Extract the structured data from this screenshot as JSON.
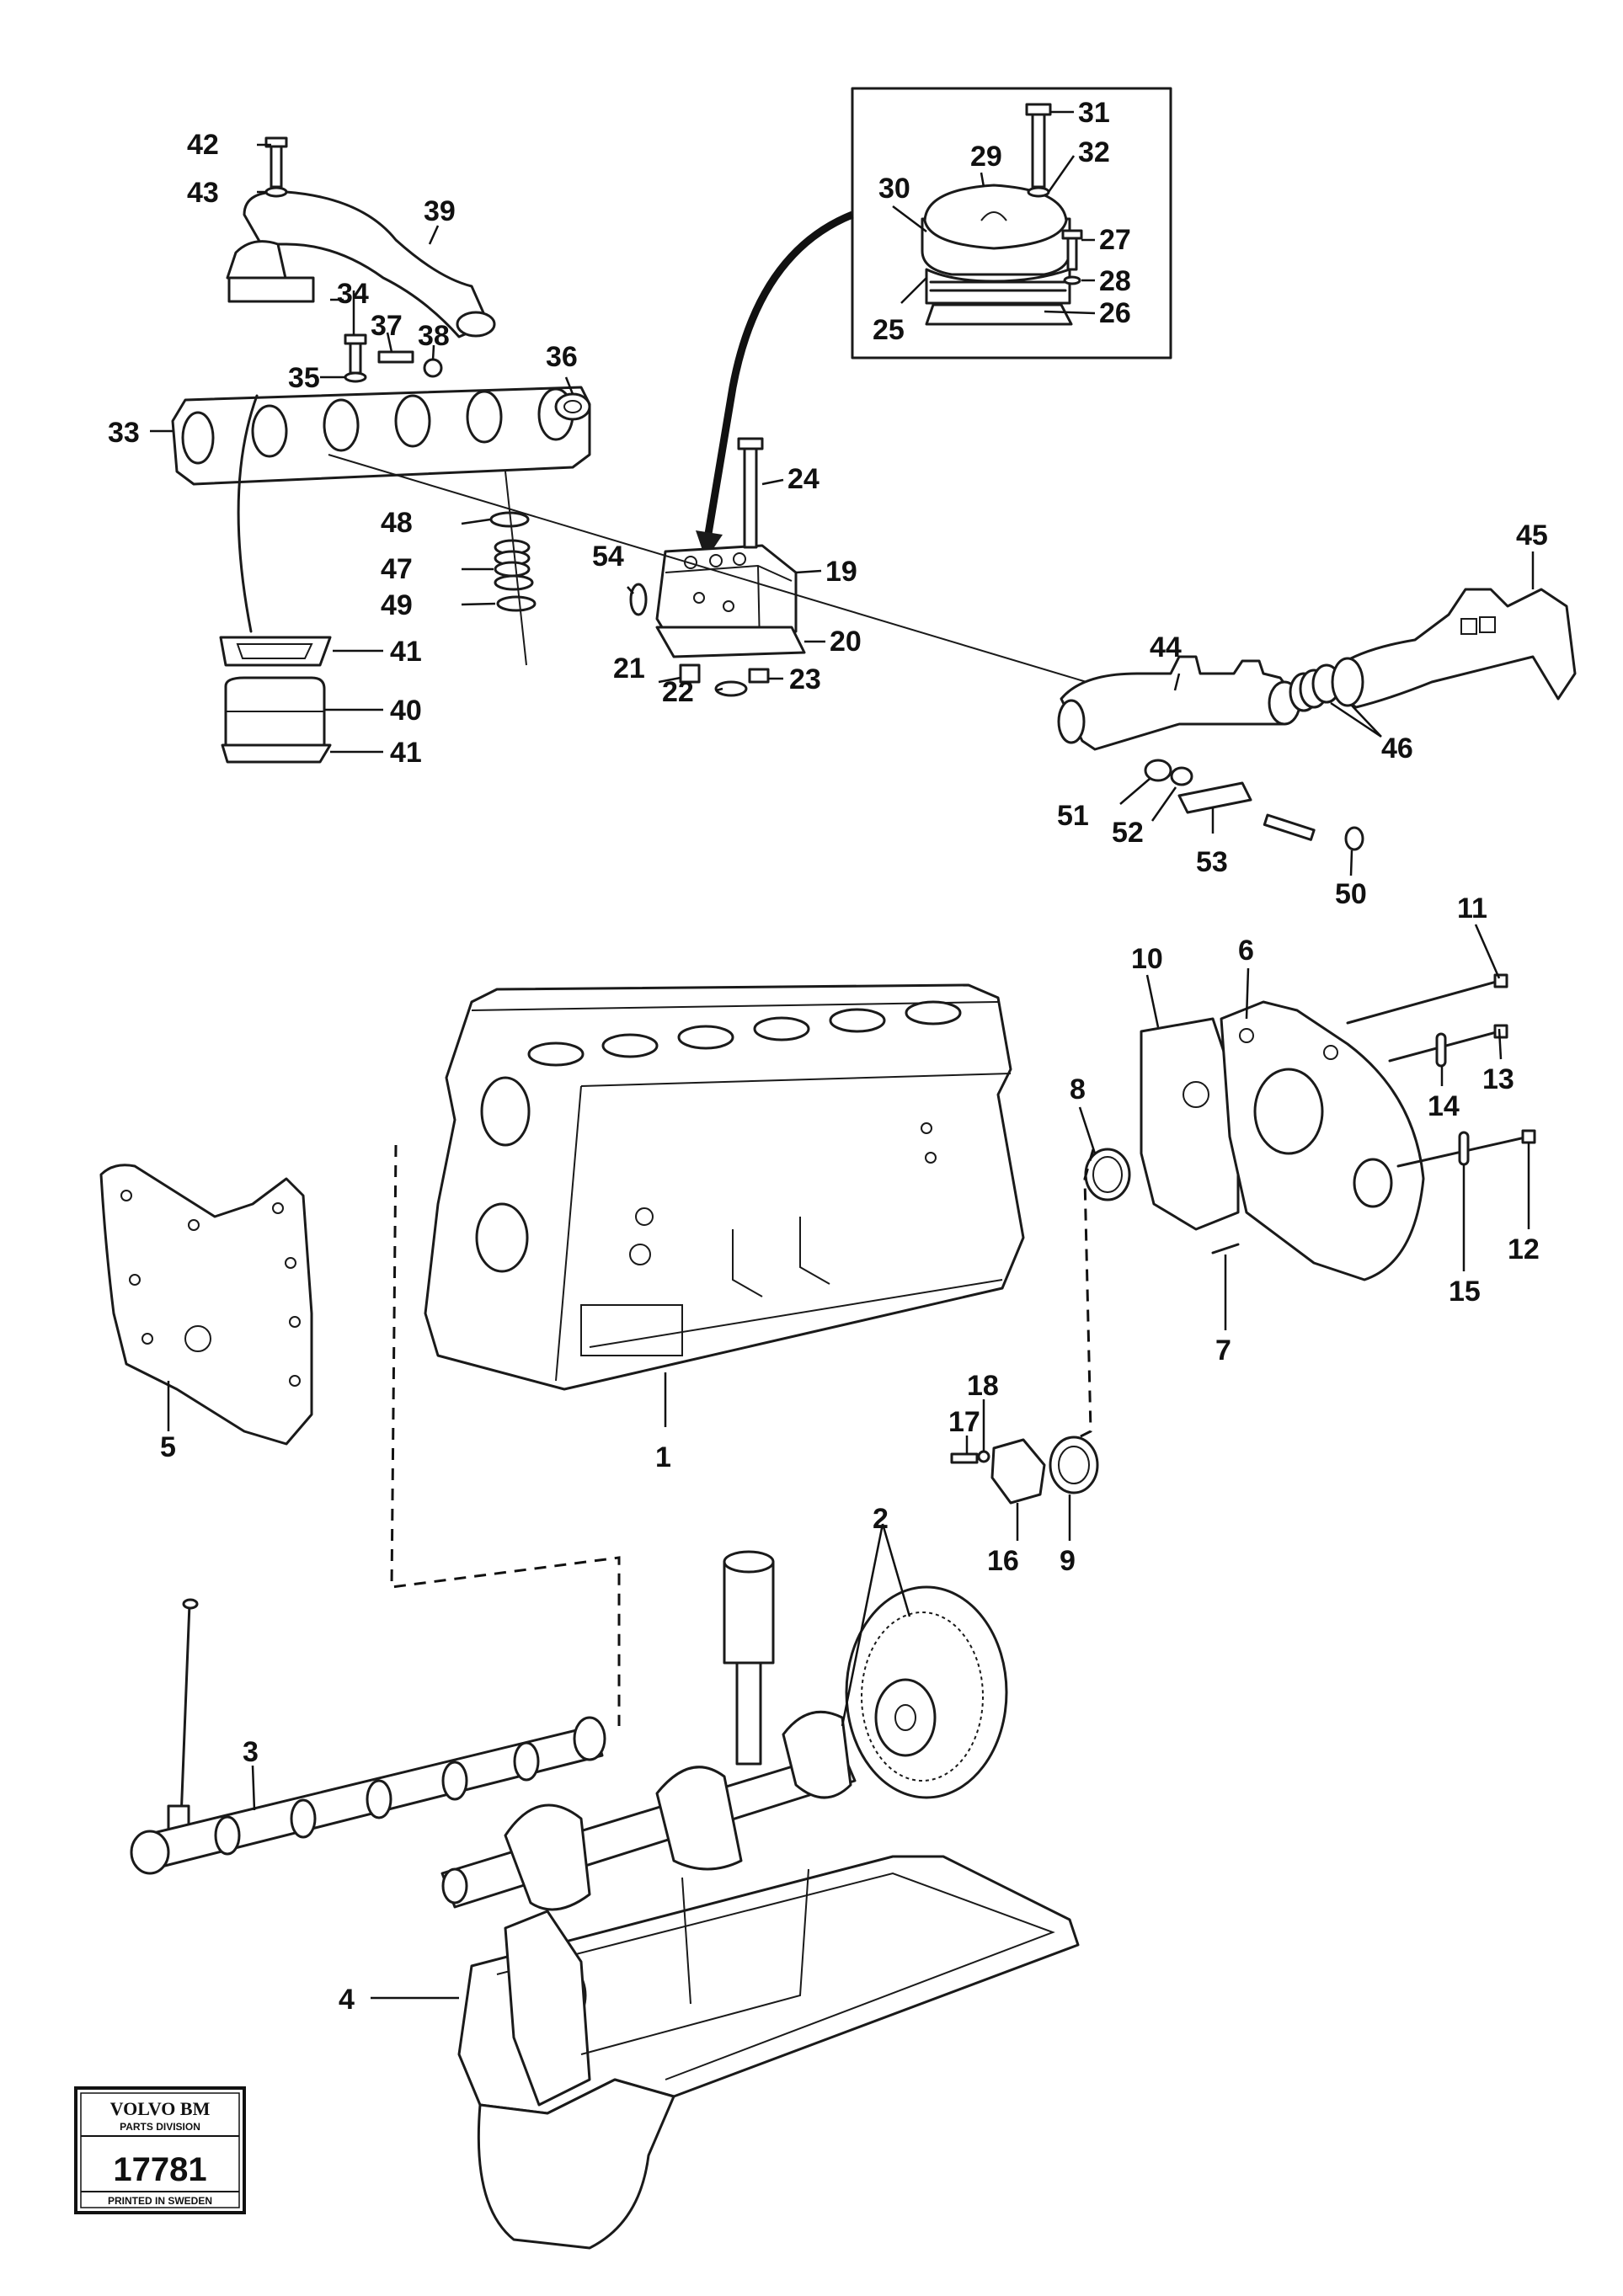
{
  "stamp": {
    "brand": "VOLVO BM",
    "division": "PARTS DIVISION",
    "number": "17781",
    "printed": "PRINTED IN SWEDEN"
  },
  "callouts": [
    "1",
    "2",
    "3",
    "4",
    "5",
    "6",
    "7",
    "8",
    "9",
    "10",
    "11",
    "12",
    "13",
    "14",
    "15",
    "16",
    "17",
    "18",
    "19",
    "20",
    "21",
    "22",
    "23",
    "24",
    "25",
    "26",
    "27",
    "28",
    "29",
    "30",
    "31",
    "32",
    "33",
    "34",
    "35",
    "36",
    "37",
    "38",
    "39",
    "40",
    "41",
    "41",
    "42",
    "43",
    "44",
    "45",
    "46",
    "47",
    "48",
    "49",
    "50",
    "51",
    "52",
    "53",
    "54"
  ]
}
